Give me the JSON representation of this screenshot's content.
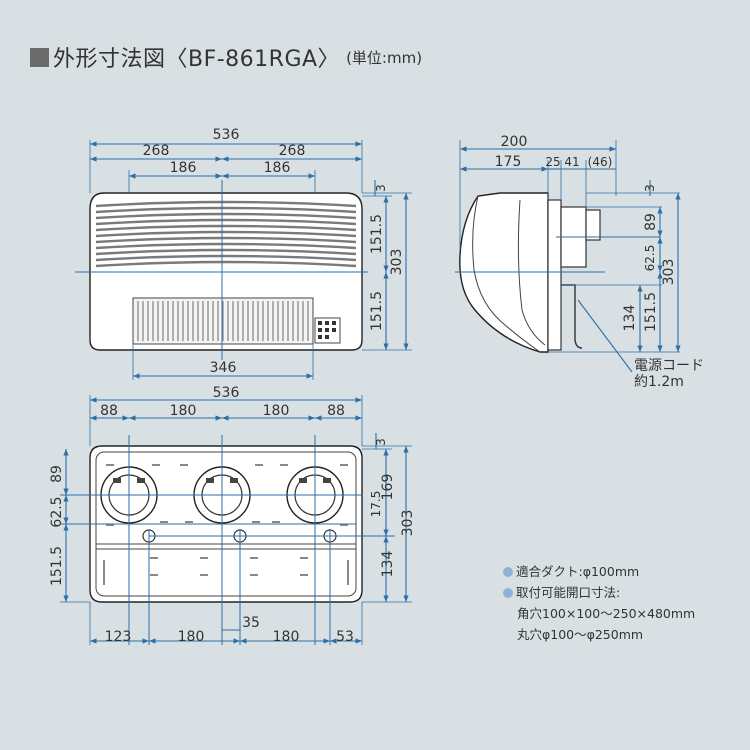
{
  "heading": {
    "title": "外形寸法図〈BF-861RGA〉",
    "unit": "(単位:mm)"
  },
  "front_view": {
    "width": "536",
    "half_left": "268",
    "half_right": "268",
    "inner_left": "186",
    "inner_right": "186",
    "grill_width": "346",
    "top_gap": "3",
    "upper_height": "151.5",
    "lower_height": "151.5",
    "height": "303"
  },
  "side_view": {
    "depth": "200",
    "depth_body": "175",
    "d25": "25",
    "d41": "41",
    "d46": "(46)",
    "top_gap": "3",
    "d89": "89",
    "d62_5": "62.5",
    "d151_5": "151.5",
    "d134": "134",
    "height": "303",
    "cord_line1": "電源コード",
    "cord_line2": "約1.2m"
  },
  "back_view": {
    "width": "536",
    "top_88_left": "88",
    "top_180_left": "180",
    "top_180_right": "180",
    "top_88_right": "88",
    "top_gap": "3",
    "left_89": "89",
    "left_62_5": "62.5",
    "left_151_5": "151.5",
    "right_17_5": "17.5",
    "right_169": "169",
    "right_134": "134",
    "right_303": "303",
    "bottom_123": "123",
    "bottom_180_left": "180",
    "bottom_35": "35",
    "bottom_180_right": "180",
    "bottom_53": "53"
  },
  "notes": {
    "duct": "適合ダクト:φ100mm",
    "opening_title": "取付可能開口寸法:",
    "square": "角穴100×100〜250×480mm",
    "round": "丸穴φ100〜φ250mm"
  },
  "colors": {
    "background": "#d9e0e4",
    "dimension_line": "#2d6fa8",
    "body_outline": "#222222",
    "bullet": "#8fb3d8"
  }
}
